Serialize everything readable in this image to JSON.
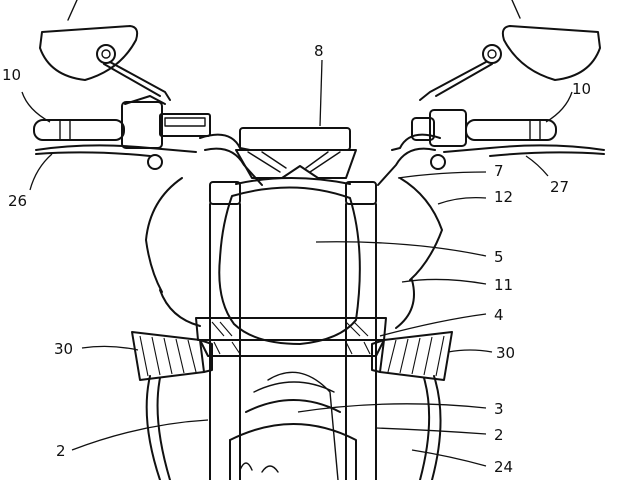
{
  "figure": {
    "labels": {
      "l2_left": "2",
      "l2_right": "2",
      "l3": "3",
      "l4": "4",
      "l5": "5",
      "l7": "7",
      "l8": "8",
      "l10_left": "10",
      "l10_right": "10",
      "l11": "11",
      "l12": "12",
      "l24": "24",
      "l26": "26",
      "l27": "27",
      "l30_left": "30",
      "l30_right": "30"
    }
  }
}
